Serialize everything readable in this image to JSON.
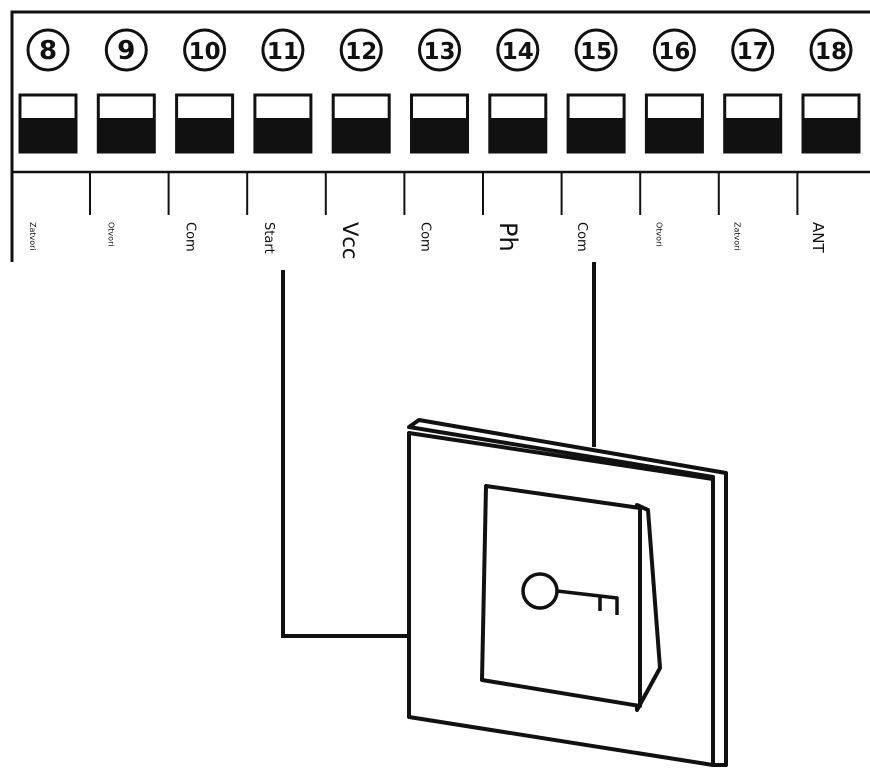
{
  "terminal_block": {
    "terminals": [
      {
        "number": "8",
        "label": "Zatvori"
      },
      {
        "number": "9",
        "label": "Otvori"
      },
      {
        "number": "10",
        "label": "Com"
      },
      {
        "number": "11",
        "label": "Start"
      },
      {
        "number": "12",
        "label": "Vcc"
      },
      {
        "number": "13",
        "label": "Com"
      },
      {
        "number": "14",
        "label": "Ph"
      },
      {
        "number": "15",
        "label": "Com"
      },
      {
        "number": "16",
        "label": "Otvori"
      },
      {
        "number": "17",
        "label": "Zatvori"
      },
      {
        "number": "18",
        "label": "ANT"
      }
    ]
  },
  "key_switch": {
    "icon": "key-icon",
    "connected_terminals": [
      "11",
      "15"
    ]
  },
  "colors": {
    "line": "#111111",
    "background": "#ffffff"
  }
}
